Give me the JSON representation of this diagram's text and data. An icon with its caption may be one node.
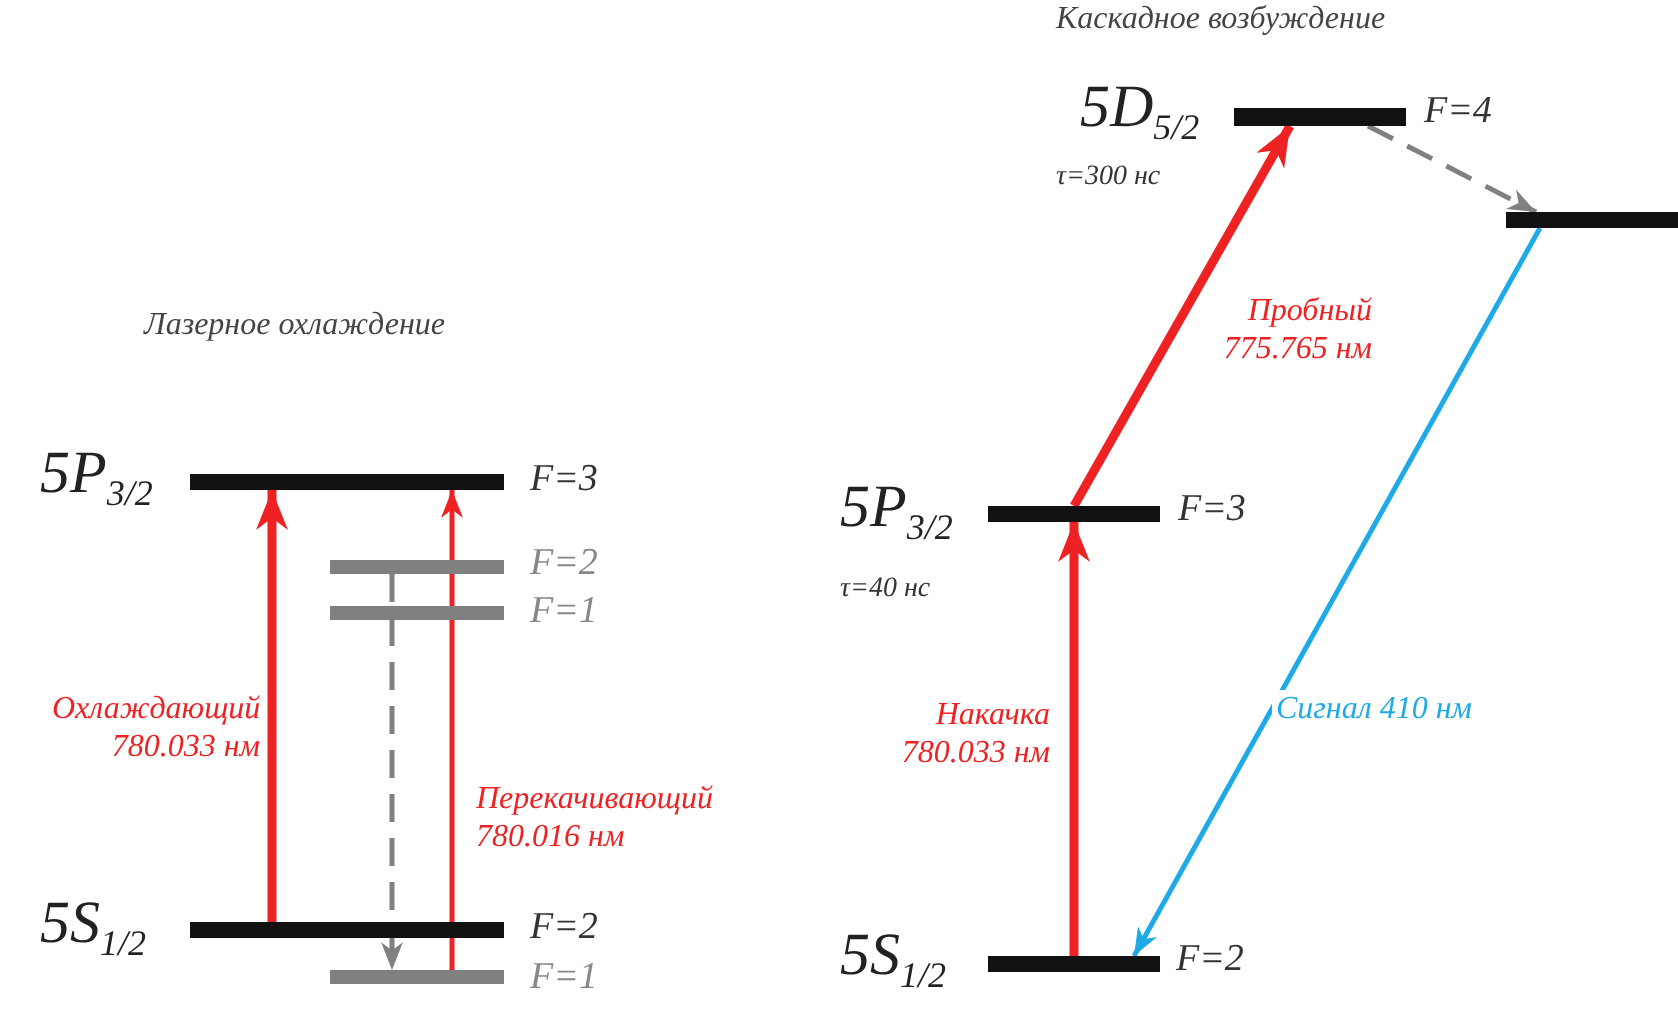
{
  "diagram": {
    "nodes": [
      {
        "text": [],
        "shape": "bar",
        "beside": [
          "5P$_{3/2}$",
          "F=3"
        ]
      },
      {
        "text": [],
        "shape": "bar",
        "beside": [
          "F=2"
        ]
      },
      {
        "text": [],
        "shape": "bar",
        "beside": [
          "F=1"
        ]
      },
      {
        "text": [],
        "shape": "bar",
        "beside": [
          "5S$_{1/2}$",
          "F=2"
        ]
      },
      {
        "text": [],
        "shape": "bar",
        "beside": [
          "F=1"
        ]
      },
      {
        "text": [],
        "shape": "bar",
        "beside": [
          "5D$_{5/2}$",
          "τ=300 нс",
          "F=4"
        ]
      },
      {
        "text": [],
        "shape": "bar"
      },
      {
        "text": [],
        "shape": "bar",
        "beside": [
          "5P$_{3/2}$",
          "τ=40 нс",
          "F=3"
        ]
      },
      {
        "text": [],
        "shape": "bar",
        "beside": [
          "5S$_{1/2}$",
          "F=2"
        ]
      }
    ],
    "edges": [
      {
        "from": 3,
        "to": 0,
        "arrow": "to",
        "label": "Охлаждающий 780.033 нм",
        "style": "thick"
      },
      {
        "from": 4,
        "to": 0,
        "arrow": "to",
        "label": "Перекачивающий 780.016 нм"
      },
      {
        "from": 1,
        "to": 4,
        "arrow": "to",
        "style": "dashed",
        "color": "#808080"
      },
      {
        "from": 8,
        "to": 7,
        "arrow": "to",
        "label": "Накачка 780.033 нм",
        "style": "thick"
      },
      {
        "from": 7,
        "to": 5,
        "arrow": "to",
        "label": "Пробный 775.765 нм",
        "style": "thick"
      },
      {
        "from": 5,
        "to": 6,
        "arrow": "to",
        "style": "dashed",
        "color": "#808080"
      },
      {
        "from": 6,
        "to": 8,
        "arrow": "to",
        "label": "Сигнал 410 нм",
        "color": "#1eaae6"
      }
    ],
    "labels": [
      "Лазерное охлаждение",
      "Каскадное возбуждение"
    ]
  }
}
